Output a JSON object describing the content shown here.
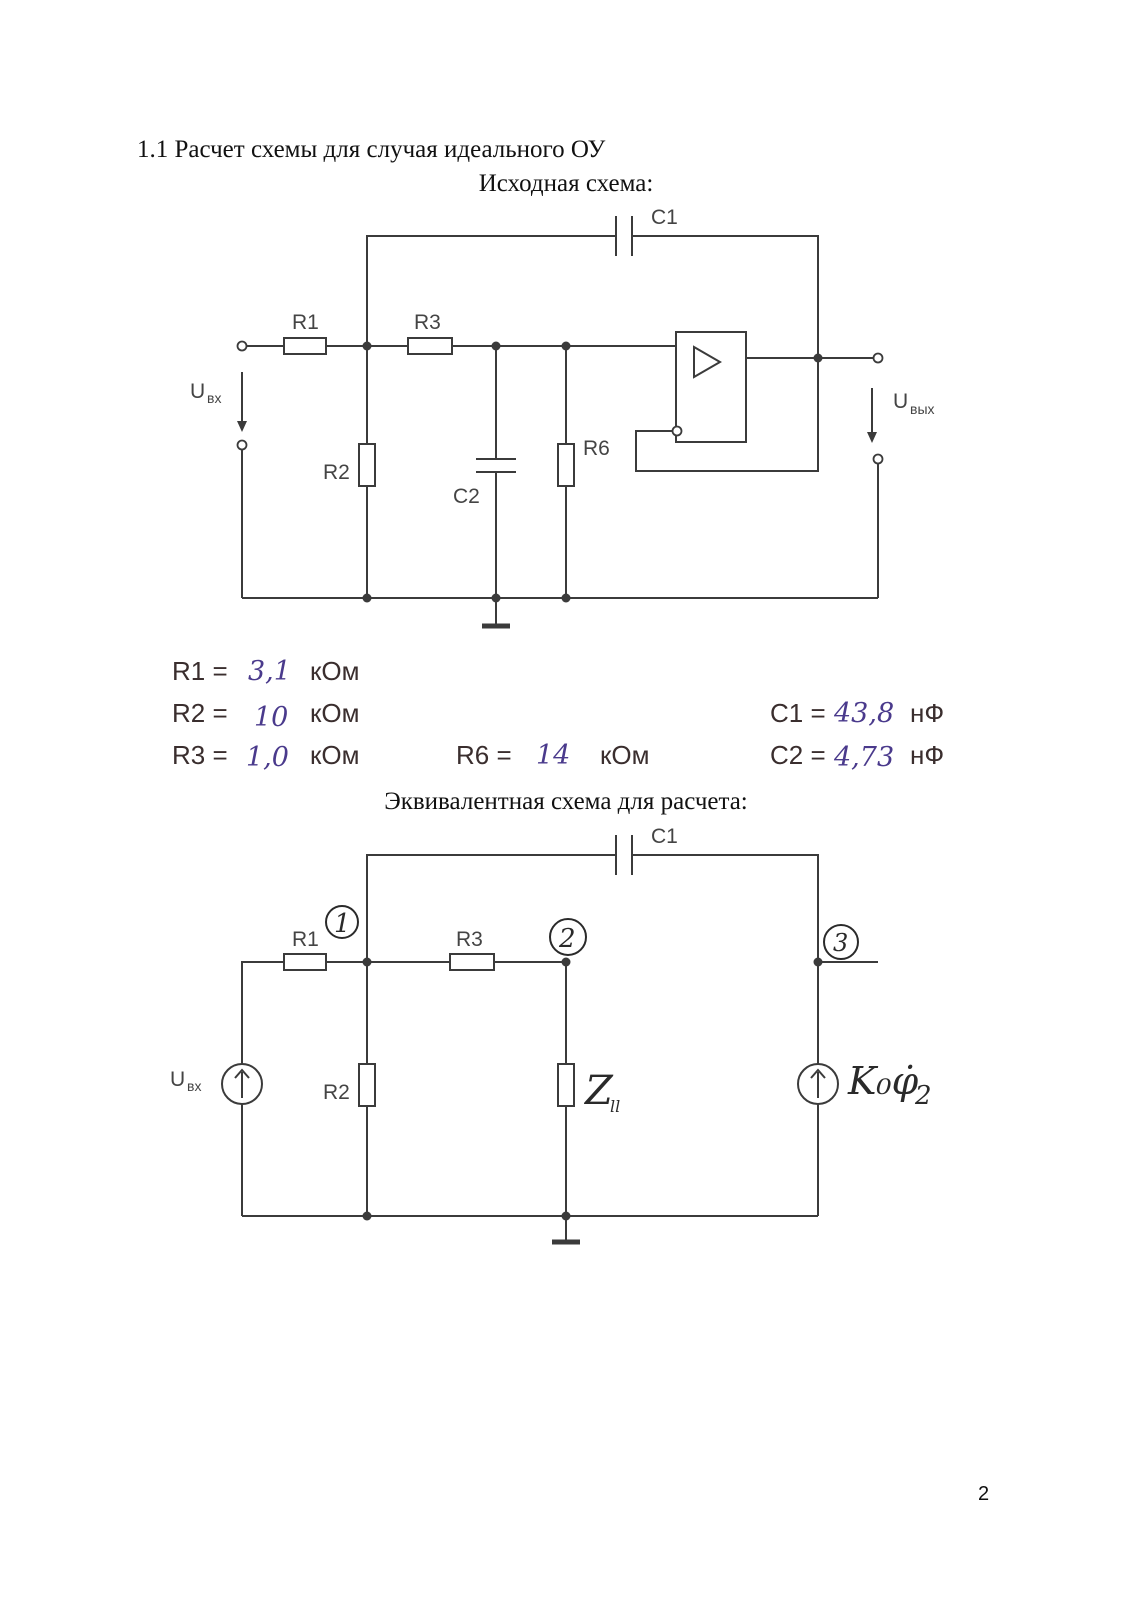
{
  "heading": "1.1 Расчет схемы для случая идеального ОУ",
  "caption_original": "Исходная схема:",
  "caption_equivalent": "Эквивалентная схема для расчета:",
  "page_number": "2",
  "circuit_original": {
    "labels": {
      "c1": "C1",
      "r1": "R1",
      "r3": "R3",
      "r2": "R2",
      "c2": "C2",
      "r6": "R6",
      "u_in": "U",
      "u_in_sub": "вх",
      "u_out": "U",
      "u_out_sub": "вых"
    }
  },
  "component_values": {
    "r1": {
      "name": "R1 =",
      "value": "3,1",
      "unit": "кОм"
    },
    "r2": {
      "name": "R2 =",
      "value": "10",
      "unit": "кОм"
    },
    "r3": {
      "name": "R3 =",
      "value": "1,0",
      "unit": "кОм"
    },
    "r6": {
      "name": "R6 =",
      "value": "14",
      "unit": "кОм"
    },
    "c1": {
      "name": "C1 =",
      "value": "43,8",
      "unit": "нФ"
    },
    "c2": {
      "name": "C2 =",
      "value": "4,73",
      "unit": "нФ"
    }
  },
  "circuit_equivalent": {
    "labels": {
      "c1": "C1",
      "r1": "R1",
      "r3": "R3",
      "r2": "R2",
      "node1": "1",
      "node2": "2",
      "node3": "3",
      "u_in": "U",
      "u_in_sub": "вх",
      "z": "Z",
      "z_sub": "ll",
      "source": "K₀φ̇",
      "source_sub": "2"
    }
  },
  "colors": {
    "ink": "#3b3b3b",
    "handwriting": "#4a3a8c",
    "text": "#111111"
  }
}
